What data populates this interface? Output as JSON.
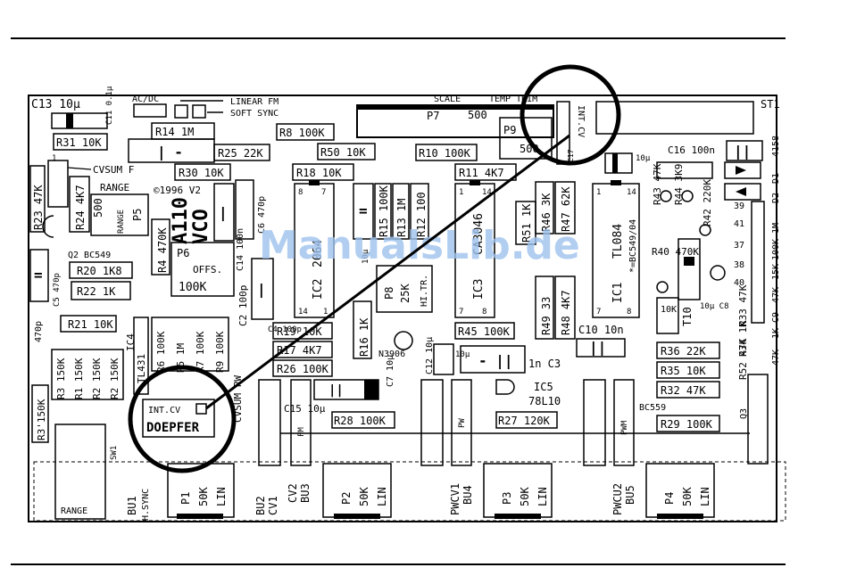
{
  "header_labels": {
    "c13": "C13 10µ",
    "acdc": "AC/DC",
    "linear_fm": "LINEAR FM",
    "soft_sync": "SOFT SYNC",
    "scale": "SCALE",
    "temp_trim": "TEMP TRIM",
    "p7": "P7",
    "p7_val": "500",
    "st1": "ST1",
    "p9": "P9",
    "p9_val": "500",
    "int_cv_top": "INT.CV",
    "c17": "C17"
  },
  "resistors": {
    "r31": "R31 10K",
    "r14": "R14 1M",
    "r8": "R8 100K",
    "r25": "R25 22K",
    "r50": "R50 10K",
    "r10": "R10 100K",
    "r30": "R30 10K",
    "r18": "R18 10K",
    "r11": "R11 4K7",
    "r23": "R23 47K",
    "r24": "R24 4K7",
    "r20": "R20 1K8",
    "r22": "R22 1K",
    "r21": "R21 10K",
    "r4": "R4 470K",
    "r15": "R15 100K",
    "r13": "R13 1M",
    "r12": "R12 100",
    "r46": "R46 3K",
    "r47": "R47 62K",
    "r51": "R51 1K",
    "r19": "R19 10K",
    "r17": "R17 4K7",
    "r26": "R26 100K",
    "r16": "R16 1K",
    "r6": "R6 100K",
    "r5": "R5 1M",
    "r7": "R7 100K",
    "r9": "R9 100K",
    "r3": "R3 150K",
    "r1": "R1 150K",
    "r2": "R2 150K",
    "r3p": "R3'150K",
    "r45": "R45 100K",
    "r49": "R49 33",
    "r48": "R48 4K7",
    "r36": "R36 22K",
    "r35": "R35 10K",
    "r32": "R32 47K",
    "r28": "R28 100K",
    "r27": "R27 120K",
    "r29": "R29 100K",
    "r43": "R43 47K",
    "r44": "R44 3K9",
    "r42": "R42 220K",
    "r40": "R40 470K",
    "r33": "R33 47K",
    "r34": "R34 1K",
    "r52": "R52 47K",
    "r10k": "10K",
    "r100k": "100K",
    "r15k": "15K",
    "r1m": "1M"
  },
  "capacitors": {
    "c11": "C11 0.1µ",
    "c6": "C6 470p",
    "c14": "C14 100n",
    "c2": "C2 100p",
    "c5": "C5 470p",
    "c4": "C4 100p",
    "c7": "C7 10µ",
    "c12": "C12 10µ",
    "c3": "1n C3",
    "c15": "C15 10µ",
    "c10": "C10 10n",
    "c16": "C16 100n",
    "c8": "10µ C8",
    "c9": "C9",
    "c16b": "10µ"
  },
  "ics": {
    "ic2": "IC2",
    "ic2_part": "2064",
    "ic3": "IC3",
    "ic3_part": "CA3046",
    "ic1": "IC1",
    "ic1_part": "TL084",
    "ic1_note": "*=BC549/04",
    "ic4": "IC4",
    "ic4_part": "TL431",
    "ic5": "IC5",
    "ic5_part": "78L10",
    "t10": "T10",
    "q2": "Q2 BC549",
    "q3": "Q3",
    "n3906": "N3906",
    "bc559": "BC559",
    "d1": "D1 1N4158",
    "d2": "D2"
  },
  "trimmers": {
    "p5": "P5",
    "p5_range": "RANGE",
    "p5_val": "500",
    "p6": "P6",
    "p6_label": "OFFS.",
    "p6_val": "100K",
    "p8": "P8",
    "p8_val": "25K",
    "p8_label": "HI.TR.",
    "range_title": "RANGE"
  },
  "board": {
    "model_a": "A110",
    "model_b": "VCO",
    "copyright": "©1996 V2",
    "cvsum_f": "CVSUM F",
    "cvsum_pw": "CVSUM PW",
    "fm": "FM",
    "pw": "PW",
    "pwm": "PWM",
    "int_cv_bottom": "INT.CV",
    "brand": "DOEPFER",
    "watermark": "ManualsLib.de",
    "pin_14": "14",
    "pin_8": "8",
    "pin_7": "7",
    "pin_1": "1",
    "n39": "39",
    "n41": "41",
    "n37": "37",
    "n38": "38",
    "n40": "40",
    "n4158": "4158"
  },
  "bottom": {
    "range": "RANGE",
    "sw1": "SW1",
    "bu1": "BU1",
    "bu1_label": "H.SYNC",
    "p1": "P1",
    "p1_val": "50K",
    "p1_lin": "LIN",
    "bu2": "BU2",
    "bu2_label": "CV1",
    "cv2": "CV2",
    "bu3": "BU3",
    "p2": "P2",
    "p2_val": "50K",
    "p2_lin": "LIN",
    "pwcv1": "PWCV1",
    "bu4": "BU4",
    "p3": "P3",
    "p3_val": "50K",
    "p3_lin": "LIN",
    "pwcu2": "PWCU2",
    "bu5": "BU5",
    "p4": "P4",
    "p4_val": "50K",
    "p4_lin": "LIN"
  }
}
